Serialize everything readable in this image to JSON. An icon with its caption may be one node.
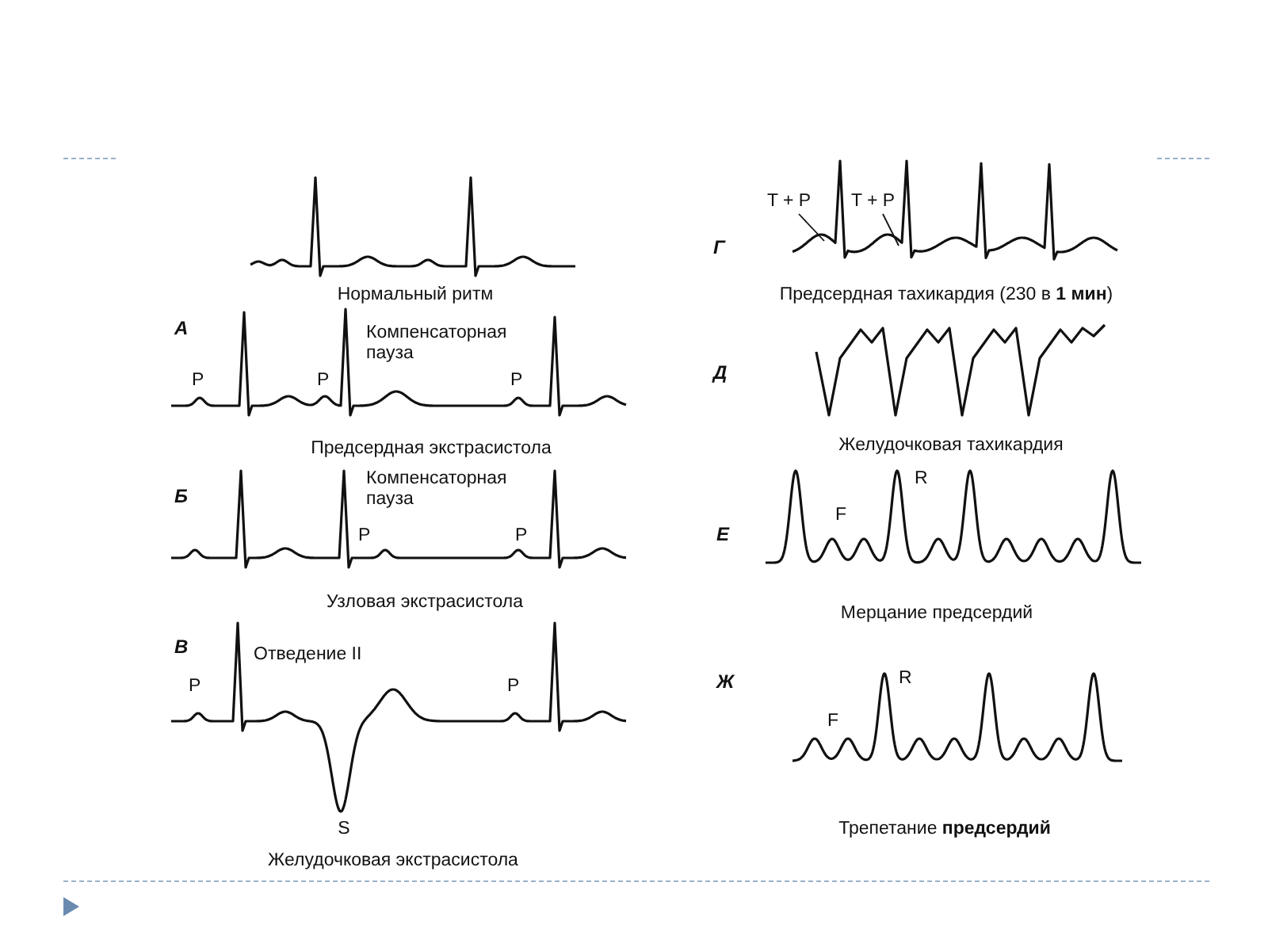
{
  "diagram": {
    "nodes": [
      {
        "text": [
          "T + P"
        ]
      },
      {
        "text": [
          "T + P"
        ]
      }
    ],
    "edges": [
      {
        "from": 0,
        "to": null,
        "arrow": "none"
      },
      {
        "from": 1,
        "to": null,
        "arrow": "none"
      }
    ],
    "labels": [
      "Нормальный ритм",
      "А",
      "P",
      "P",
      "Компенсаторная пауза",
      "P",
      "Предсердная экстрасистола",
      "Б",
      "Компенсаторная пауза",
      "P",
      "P",
      "Узловая экстрасистола",
      "В",
      "Отведение II",
      "P",
      "P",
      "S",
      "Желудочковая экстрасистола",
      "Г",
      "Предсердная тахикардия (230 в **1 мин**)",
      "Д",
      "Желудочковая тахикардия",
      "Е",
      "F",
      "R",
      "Мерцание предсердий",
      "Ж",
      "F",
      "R",
      "Трепетание **предсердий**"
    ]
  }
}
